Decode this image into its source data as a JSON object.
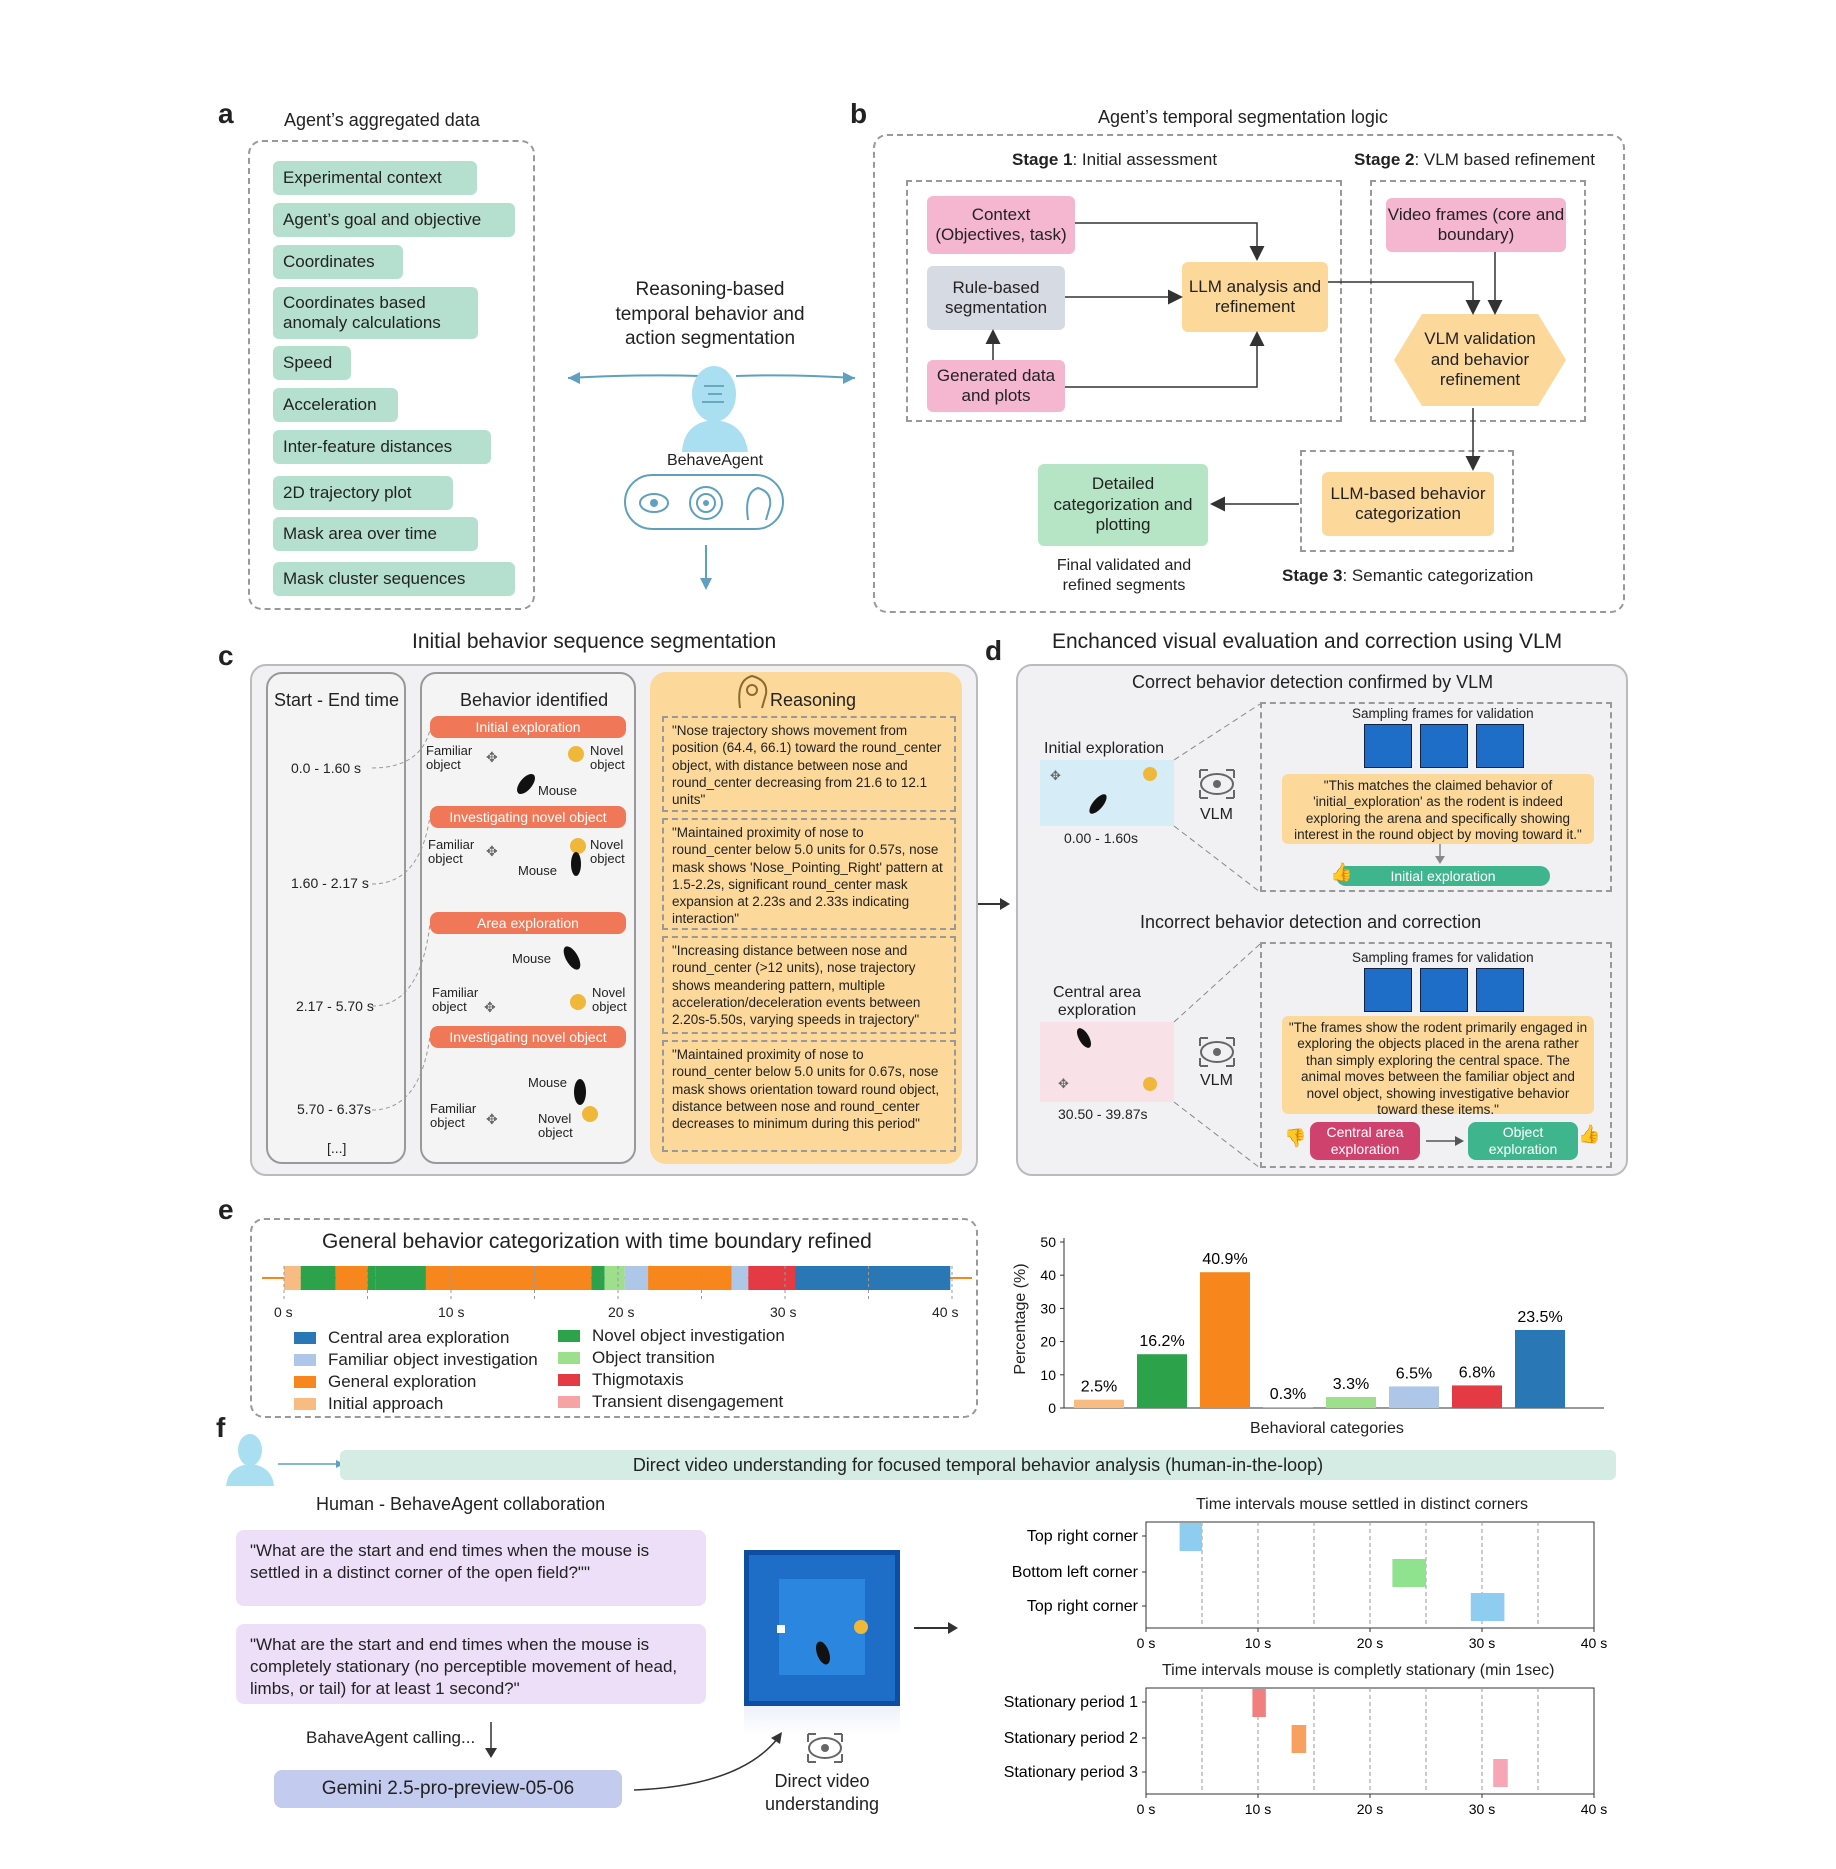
{
  "panels": {
    "a": "a",
    "b": "b",
    "c": "c",
    "d": "d",
    "e": "e",
    "f": "f"
  },
  "a": {
    "title": "Agent’s aggregated data",
    "items": [
      "Experimental context",
      "Agent’s goal and objective",
      "Coordinates",
      "Coordinates based anomaly calculations",
      "Speed",
      "Acceleration",
      "Inter-feature distances",
      "2D trajectory plot",
      "Mask area over time",
      "Mask cluster sequences"
    ]
  },
  "center": {
    "title": "Reasoning-based temporal behavior and action segmentation",
    "agent": "BehaveAgent"
  },
  "b": {
    "title": "Agent’s temporal segmentation logic",
    "stage1_bold": "Stage 1",
    "stage1": ": Initial assessment",
    "stage2_bold": "Stage 2",
    "stage2": ": VLM based refinement",
    "stage3_bold": "Stage 3",
    "stage3": ": Semantic categorization",
    "context": "Context (Objectives, task)",
    "rule": "Rule-based segmentation",
    "generated": "Generated data and plots",
    "llm": "LLM analysis and refinement",
    "video": "Video frames (core and boundary)",
    "vlm": "VLM validation and behavior refinement",
    "llmcat": "LLM-based behavior categorization",
    "detailed": "Detailed categorization and plotting",
    "final": "Final validated and refined segments"
  },
  "c": {
    "title": "Initial behavior sequence segmentation",
    "col1": "Start - End time",
    "col2": "Behavior identified",
    "col3": "Reasoning",
    "times": [
      "0.0 - 1.60 s",
      "1.60 - 2.17 s",
      "2.17 - 5.70 s",
      "5.70 - 6.37s",
      "[...]"
    ],
    "behaviors": [
      "Initial exploration",
      "Investigating novel object",
      "Area exploration",
      "Investigating novel object"
    ],
    "familiar": "Familiar object",
    "novel": "Novel object",
    "mouse": "Mouse",
    "reasons": [
      "\"Nose trajectory shows movement from position (64.4, 66.1) toward the round_center object, with distance between nose and round_center decreasing from 21.6 to 12.1 units\"",
      "\"Maintained proximity of nose to round_center below 5.0 units for 0.57s, nose mask shows 'Nose_Pointing_Right' pattern at 1.5-2.2s, significant round_center mask expansion at 2.23s and 2.33s indicating interaction\"",
      "\"Increasing distance between nose and round_center (>12 units), nose trajectory shows meandering pattern, multiple acceleration/deceleration events between 2.20s-5.50s, varying speeds in trajectory\"",
      "\"Maintained proximity of nose to round_center below 5.0 units for 0.67s, nose mask shows orientation toward round object, distance between nose and round_center decreases to minimum during this period\""
    ]
  },
  "d": {
    "title": "Enchanced visual evaluation and correction using VLM",
    "sub1": "Correct behavior detection confirmed by VLM",
    "sub2": "Incorrect behavior detection and correction",
    "label1": "Initial exploration",
    "time1": "0.00 - 1.60s",
    "label2": "Central area exploration",
    "time2": "30.50 - 39.87s",
    "vlm": "VLM",
    "sampling": "Sampling frames for validation",
    "quote1": "\"This matches the claimed behavior of 'initial_exploration' as the rodent is indeed exploring the arena and specifically showing interest in the round object by moving toward it.\"",
    "quote2": "\"The frames show the rodent primarily engaged in exploring the objects placed in the arena rather than simply exploring the central space. The animal moves between the familiar object and novel object, showing investigative behavior toward these items.\"",
    "result1": "Initial exploration",
    "wrong": "Central area exploration",
    "corrected": "Object exploration"
  },
  "e": {
    "title": "General behavior categorization with time boundary refined",
    "ticks": [
      "0 s",
      "10 s",
      "20 s",
      "30 s",
      "40 s"
    ],
    "legend": [
      {
        "name": "Central area exploration",
        "color": "#2a77b6"
      },
      {
        "name": "Familiar object investigation",
        "color": "#aec6e8"
      },
      {
        "name": "General exploration",
        "color": "#f7861d"
      },
      {
        "name": "Initial approach",
        "color": "#f8bc82"
      },
      {
        "name": "Novel object investigation",
        "color": "#2ca34a"
      },
      {
        "name": "Object transition",
        "color": "#9ddf8a"
      },
      {
        "name": "Thigmotaxis",
        "color": "#e33a44"
      },
      {
        "name": "Transient disengagement",
        "color": "#f7a3a3"
      }
    ],
    "segments": [
      {
        "start": 0,
        "end": 1,
        "color": "#f8bc82"
      },
      {
        "start": 1,
        "end": 3.1,
        "color": "#2ca34a"
      },
      {
        "start": 3.1,
        "end": 5,
        "color": "#f7861d"
      },
      {
        "start": 5,
        "end": 5.5,
        "color": "#2ca34a"
      },
      {
        "start": 5.5,
        "end": 8.5,
        "color": "#2ca34a"
      },
      {
        "start": 8.5,
        "end": 9.7,
        "color": "#f7861d"
      },
      {
        "start": 9.7,
        "end": 18.4,
        "color": "#f7861d"
      },
      {
        "start": 18.4,
        "end": 19.2,
        "color": "#2ca34a"
      },
      {
        "start": 19.2,
        "end": 20.4,
        "color": "#9ddf8a"
      },
      {
        "start": 20.4,
        "end": 21.8,
        "color": "#aec6e8"
      },
      {
        "start": 21.8,
        "end": 26.8,
        "color": "#f7861d"
      },
      {
        "start": 26.8,
        "end": 27.8,
        "color": "#aec6e8"
      },
      {
        "start": 27.8,
        "end": 30.6,
        "color": "#e33a44"
      },
      {
        "start": 30.6,
        "end": 39.9,
        "color": "#2a77b6"
      }
    ]
  },
  "chart_data": [
    {
      "type": "bar",
      "ylabel": "Percentage (%)",
      "xlabel": "Behavioral categories",
      "ylim": [
        0,
        50
      ],
      "yticks": [
        0,
        10,
        20,
        30,
        40,
        50
      ],
      "values": [
        2.5,
        16.2,
        40.9,
        0.3,
        3.3,
        6.5,
        6.8,
        23.5
      ],
      "labels": [
        "2.5%",
        "16.2%",
        "40.9%",
        "0.3%",
        "3.3%",
        "6.5%",
        "6.8%",
        "23.5%"
      ],
      "colors": [
        "#f8bc82",
        "#2ca34a",
        "#f7861d",
        "#f7a3a3",
        "#9ddf8a",
        "#aec6e8",
        "#e33a44",
        "#2a77b6"
      ]
    },
    {
      "type": "timeline",
      "title": "Time intervals mouse settled in distinct corners",
      "xlim": [
        0,
        40
      ],
      "ticks": [
        "0 s",
        "10 s",
        "20 s",
        "30 s",
        "40 s"
      ],
      "rows": [
        "Top right corner",
        "Bottom left corner",
        "Top right corner"
      ],
      "intervals": [
        {
          "row": 0,
          "start": 3,
          "end": 5,
          "color": "#8fcdf0"
        },
        {
          "row": 1,
          "start": 22,
          "end": 25,
          "color": "#8fe38f"
        },
        {
          "row": 2,
          "start": 29,
          "end": 32,
          "color": "#8fcdf0"
        }
      ]
    },
    {
      "type": "timeline",
      "title": "Time intervals mouse is completly stationary (min 1sec)",
      "xlim": [
        0,
        40
      ],
      "ticks": [
        "0 s",
        "10 s",
        "20 s",
        "30 s",
        "40 s"
      ],
      "rows": [
        "Stationary period 1",
        "Stationary period 2",
        "Stationary period 3"
      ],
      "intervals": [
        {
          "row": 0,
          "start": 9.5,
          "end": 10.7,
          "color": "#f08080"
        },
        {
          "row": 1,
          "start": 13,
          "end": 14.3,
          "color": "#f7a060"
        },
        {
          "row": 2,
          "start": 31,
          "end": 32.3,
          "color": "#f7a6b6"
        }
      ]
    }
  ],
  "f": {
    "banner": "Direct video understanding for focused temporal behavior analysis (human-in-the-loop)",
    "collab": "Human - BehaveAgent collaboration",
    "q1": "\"What are the start and end times when the mouse is settled in a distinct corner of the open field?\"\"",
    "q2": "\"What are the start and end times when the mouse is completely stationary (no perceptible movement of head, limbs, or tail) for at least 1 second?\"",
    "calling": "BahaveAgent calling...",
    "model": "Gemini 2.5-pro-preview-05-06",
    "direct": "Direct video understanding"
  }
}
